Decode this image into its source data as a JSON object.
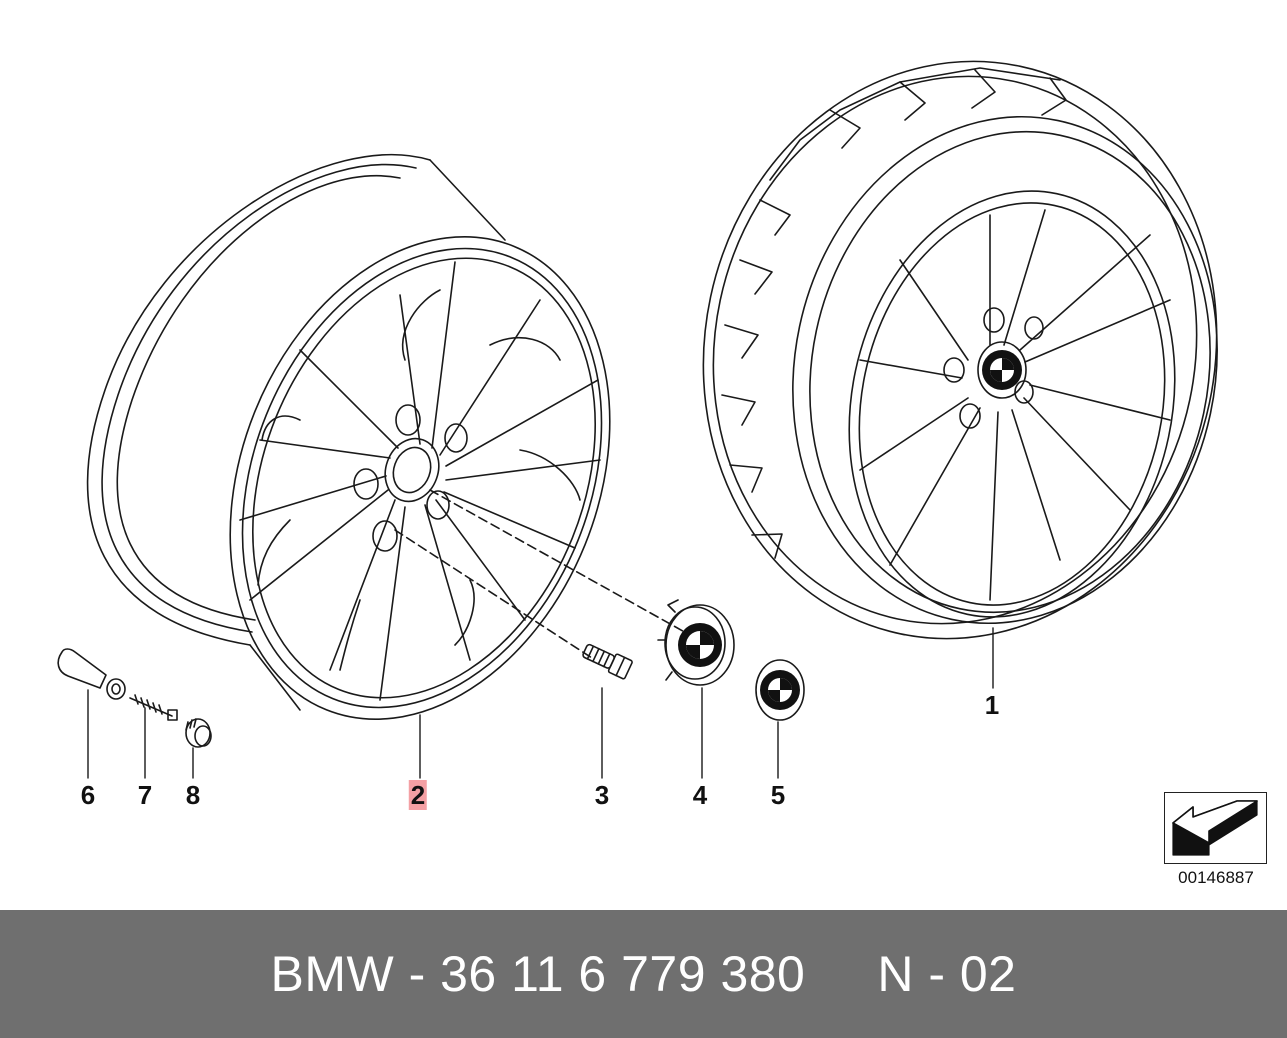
{
  "diagram": {
    "callouts": [
      {
        "id": "1",
        "label": "1",
        "highlighted": false
      },
      {
        "id": "2",
        "label": "2",
        "highlighted": true
      },
      {
        "id": "3",
        "label": "3",
        "highlighted": false
      },
      {
        "id": "4",
        "label": "4",
        "highlighted": false
      },
      {
        "id": "5",
        "label": "5",
        "highlighted": false
      },
      {
        "id": "6",
        "label": "6",
        "highlighted": false
      },
      {
        "id": "7",
        "label": "7",
        "highlighted": false
      },
      {
        "id": "8",
        "label": "8",
        "highlighted": false
      }
    ],
    "highlight_color": "#f4a0a4",
    "line_color": "#1a1a1a",
    "reference_number": "00146887",
    "reference_icon": "arrow-icon"
  },
  "footer": {
    "text": "BMW - 36 11 6 779 380     N - 02",
    "background": "#6f6f6f"
  }
}
